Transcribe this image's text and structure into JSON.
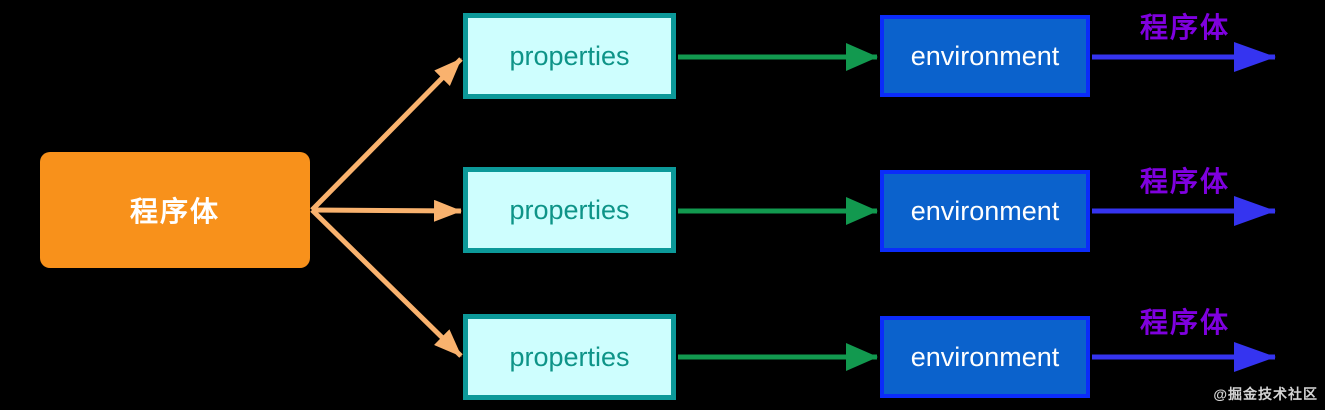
{
  "diagram": {
    "source": {
      "label": "程序体"
    },
    "rows": [
      {
        "property_label": "properties",
        "environment_label": "environment",
        "output_label": "程序体"
      },
      {
        "property_label": "properties",
        "environment_label": "environment",
        "output_label": "程序体"
      },
      {
        "property_label": "properties",
        "environment_label": "environment",
        "output_label": "程序体"
      }
    ],
    "watermark": "@掘金技术社区",
    "colors": {
      "background": "#000000",
      "source_fill": "#F8911B",
      "source_text": "#FFFFFF",
      "fan_arrow": "#F9B26E",
      "properties_fill": "#CEFEFE",
      "properties_border": "#0C9999",
      "properties_text": "#0E9488",
      "green_arrow": "#12994F",
      "environment_fill": "#0B62CC",
      "environment_border": "#0B2CFA",
      "environment_text": "#FFFFFF",
      "blue_arrow": "#3534F0",
      "output_text": "#7F00DF",
      "watermark_text": "#E6E6E6"
    }
  }
}
